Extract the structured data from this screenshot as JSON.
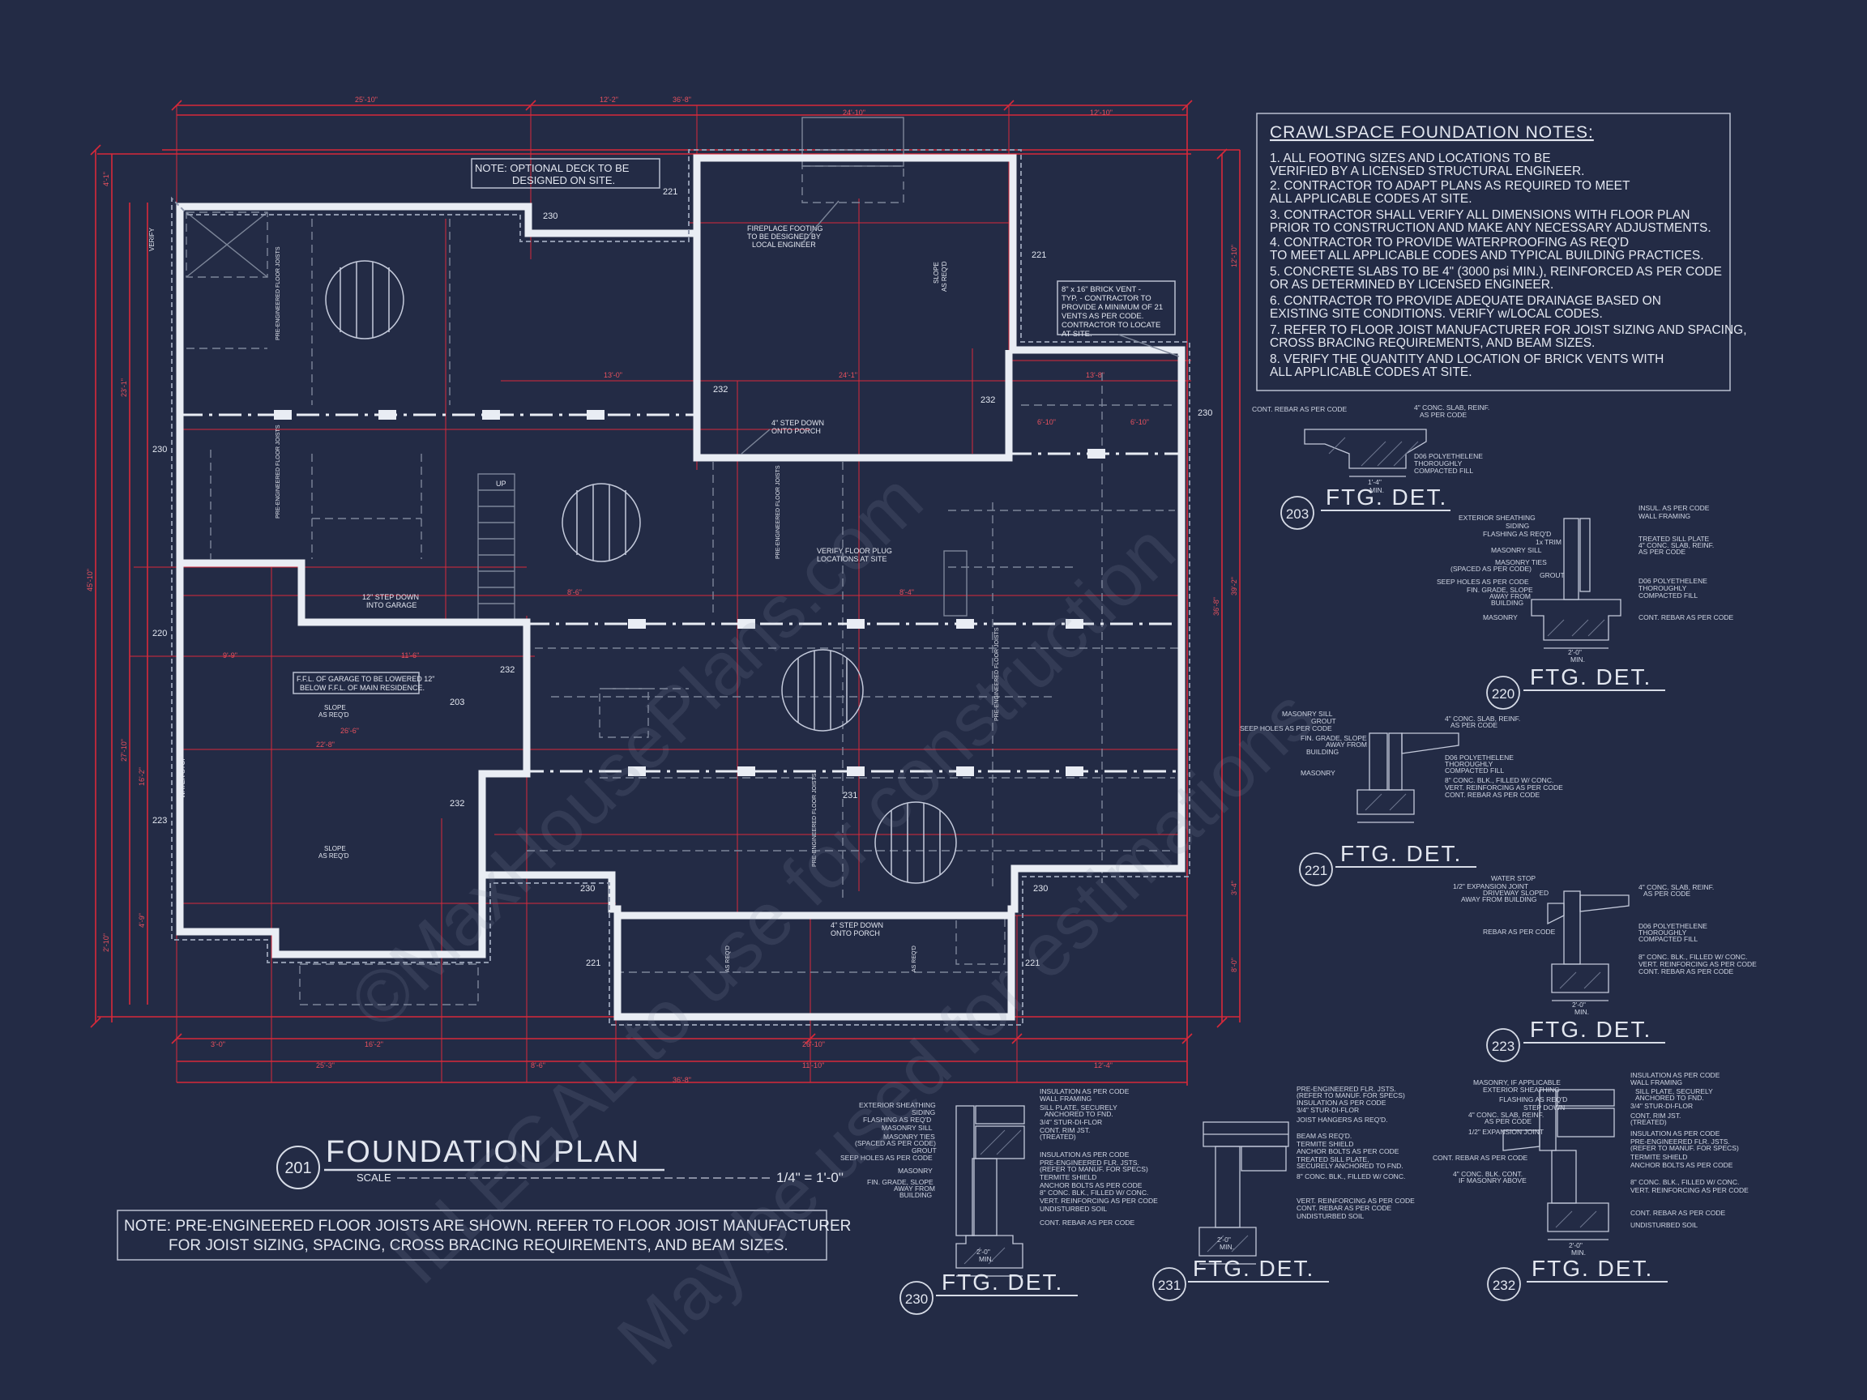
{
  "notes": {
    "title": "CRAWLSPACE FOUNDATION NOTES:",
    "lines": [
      "1.  ALL FOOTING SIZES AND LOCATIONS TO BE",
      "    VERIFIED BY A LICENSED STRUCTURAL ENGINEER.",
      "2.  CONTRACTOR TO ADAPT PLANS AS REQUIRED TO MEET",
      "    ALL APPLICABLE CODES AT SITE.",
      "3.  CONTRACTOR SHALL VERIFY ALL DIMENSIONS WITH FLOOR PLAN",
      "    PRIOR TO CONSTRUCTION AND MAKE ANY NECESSARY ADJUSTMENTS.",
      "4.  CONTRACTOR TO PROVIDE WATERPROOFING AS REQ'D",
      "    TO MEET ALL APPLICABLE CODES AND TYPICAL BUILDING PRACTICES.",
      "5.  CONCRETE SLABS TO BE 4\" (3000 psi MIN.), REINFORCED AS PER CODE",
      "    OR AS DETERMINED BY LICENSED ENGINEER.",
      "6.  CONTRACTOR TO PROVIDE ADEQUATE DRAINAGE BASED ON",
      "    EXISTING SITE CONDITIONS.  VERIFY w/LOCAL CODES.",
      "7.  REFER TO FLOOR JOIST MANUFACTURER FOR JOIST SIZING AND SPACING,",
      "    CROSS BRACING REQUIREMENTS, AND BEAM SIZES.",
      "8.  VERIFY THE QUANTITY AND LOCATION OF BRICK VENTS WITH",
      "    ALL APPLICABLE CODES AT SITE."
    ]
  },
  "plan": {
    "number": "201",
    "title": "FOUNDATION PLAN",
    "scale_label": "SCALE",
    "scale_value": "1/4\" = 1'-0\"",
    "bottom_note_1": "NOTE: PRE-ENGINEERED FLOOR JOISTS ARE SHOWN. REFER TO FLOOR JOIST MANUFACTURER",
    "bottom_note_2": "FOR JOIST SIZING, SPACING, CROSS BRACING REQUIREMENTS, AND BEAM SIZES.",
    "deck_note_1": "NOTE:  OPTIONAL DECK TO BE",
    "deck_note_2": "DESIGNED ON SITE.",
    "fireplace_1": "FIREPLACE FOOTING",
    "fireplace_2": "TO BE DESIGNED BY",
    "fireplace_3": "LOCAL ENGINEER",
    "vent_1": "8\" x 16\" BRICK VENT -",
    "vent_2": "TYP. - CONTRACTOR TO",
    "vent_3": "PROVIDE A MINIMUM OF 21",
    "vent_4": "VENTS AS PER CODE.",
    "vent_5": "CONTRACTOR TO LOCATE",
    "vent_6": "AT SITE.",
    "garage_1": "F.F.L. OF GARAGE TO BE LOWERED 12\"",
    "garage_2": "BELOW F.F.L. OF MAIN RESIDENCE.",
    "step_porch_top_1": "4\" STEP DOWN",
    "step_porch_top_2": "ONTO PORCH",
    "step_garage_1": "12\" STEP DOWN",
    "step_garage_2": "INTO GARAGE",
    "step_porch_bot_1": "4\" STEP DOWN",
    "step_porch_bot_2": "ONTO PORCH",
    "verify_plug_1": "VERIFY FLOOR PLUG",
    "verify_plug_2": "LOCATIONS AT SITE",
    "slope_1": "SLOPE",
    "slope_2": "AS REQ'D",
    "water_stop": "WATER STOP",
    "up": "UP",
    "verify": "VERIFY",
    "joist_label": "PRE-ENGINEERED FLOOR JOISTS",
    "dims_top": [
      "25'-10\"",
      "12'-2\"",
      "36'-8\"",
      "24'-10\"",
      "12'-10\""
    ],
    "dims_bottom": [
      "3'-0\"",
      "16'-2\"",
      "25'-3\"",
      "8'-6\"",
      "26'-10\"",
      "11'-10\"",
      "12'-4\"",
      "36'-8\""
    ],
    "dims_left": [
      "4'-1\"",
      "23'-1\"",
      "45'-10\"",
      "16'-2\"",
      "27'-10\"",
      "2'-10\"",
      "4'-9\""
    ],
    "dims_right": [
      "12'-10\"",
      "39'-2\"",
      "36'-8\"",
      "3'-4\"",
      "8'-0\""
    ],
    "dims_inside": [
      "13'-0\"",
      "24'-1\"",
      "13'-8\"",
      "6'-10\"",
      "6'-10\"",
      "8'-6\"",
      "8'-4\"",
      "9'-9\"",
      "11'-6\"",
      "26'-6\"",
      "22'-8\""
    ],
    "tags": [
      "230",
      "221",
      "232",
      "231",
      "220",
      "223",
      "203"
    ]
  },
  "details": [
    {
      "id": "203",
      "title": "FTG. DET.",
      "labels": [
        "CONT. REBAR AS PER CODE",
        "4\" CONC. SLAB, REINF.",
        "AS PER CODE",
        "D06 POLYETHELENE",
        "THOROUGHLY",
        "COMPACTED FILL",
        "MIN.",
        "1'-4\""
      ]
    },
    {
      "id": "220",
      "title": "FTG. DET.",
      "labels": [
        "EXTERIOR SHEATHING",
        "SIDING",
        "FLASHING AS REQ'D",
        "1x TRIM",
        "MASONRY SILL",
        "MASONRY TIES",
        "(SPACED AS PER CODE)",
        "GROUT",
        "SEEP HOLES AS PER CODE",
        "FIN. GRADE, SLOPE",
        "AWAY FROM",
        "BUILDING",
        "MASONRY",
        "INSUL. AS PER CODE",
        "WALL FRAMING",
        "TREATED SILL PLATE",
        "4\" CONC. SLAB, REINF.",
        "AS PER CODE",
        "D06 POLYETHELENE",
        "THOROUGHLY",
        "COMPACTED FILL",
        "CONT. REBAR AS PER CODE",
        "2'-0\"",
        "MIN."
      ]
    },
    {
      "id": "221",
      "title": "FTG. DET.",
      "labels": [
        "MASONRY SILL",
        "GROUT",
        "SEEP HOLES AS PER CODE",
        "FIN. GRADE, SLOPE",
        "AWAY FROM",
        "BUILDING",
        "MASONRY",
        "4\" CONC. SLAB, REINF.",
        "AS PER CODE",
        "D06 POLYETHELENE",
        "THOROUGHLY",
        "COMPACTED FILL",
        "8\" CONC. BLK., FILLED W/ CONC.",
        "VERT. REINFORCING AS PER CODE",
        "CONT. REBAR AS PER CODE"
      ]
    },
    {
      "id": "223",
      "title": "FTG. DET.",
      "labels": [
        "WATER STOP",
        "1/2\" EXPANSION JOINT",
        "DRIVEWAY SLOPED",
        "AWAY FROM BUILDING",
        "REBAR AS PER CODE",
        "4\" CONC. SLAB, REINF.",
        "AS PER CODE",
        "D06 POLYETHELENE",
        "THOROUGHLY",
        "COMPACTED FILL",
        "8\" CONC. BLK., FILLED W/ CONC.",
        "VERT. REINFORCING AS PER CODE",
        "CONT. REBAR AS PER CODE",
        "2'-0\"",
        "MIN."
      ]
    },
    {
      "id": "230",
      "title": "FTG. DET.",
      "labels": [
        "EXTERIOR SHEATHING",
        "SIDING",
        "FLASHING AS REQ'D",
        "MASONRY SILL",
        "MASONRY TIES",
        "(SPACED AS PER CODE)",
        "GROUT",
        "SEEP HOLES AS PER CODE",
        "MASONRY",
        "FIN. GRADE, SLOPE",
        "AWAY FROM",
        "BUILDING",
        "INSULATION AS PER CODE",
        "WALL FRAMING",
        "SILL PLATE, SECURELY",
        "ANCHORED TO FND.",
        "3/4\" STUR-DI-FLOR",
        "CONT. RIM JST.",
        "(TREATED)",
        "INSULATION AS PER CODE",
        "PRE-ENGINEERED FLR. JSTS.",
        "(REFER TO MANUF. FOR SPECS)",
        "TERMITE SHIELD",
        "ANCHOR BOLTS AS PER CODE",
        "8\" CONC. BLK., FILLED W/ CONC.",
        "VERT. REINFORCING AS PER CODE",
        "UNDISTURBED SOIL",
        "CONT. REBAR AS PER CODE",
        "2'-0\"",
        "MIN."
      ]
    },
    {
      "id": "231",
      "title": "FTG. DET.",
      "labels": [
        "PRE-ENGINEERED FLR. JSTS.",
        "(REFER TO MANUF. FOR SPECS)",
        "INSULATION AS PER CODE",
        "3/4\" STUR-DI-FLOR",
        "JOIST HANGERS AS REQ'D.",
        "BEAM AS REQ'D.",
        "TERMITE SHIELD",
        "ANCHOR BOLTS AS PER CODE",
        "TREATED SILL PLATE,",
        "SECURELY ANCHORED TO FND.",
        "8\" CONC. BLK., FILLED W/ CONC.",
        "VERT. REINFORCING AS PER CODE",
        "CONT. REBAR AS PER CODE",
        "UNDISTURBED SOIL",
        "2'-0\"",
        "MIN."
      ]
    },
    {
      "id": "232",
      "title": "FTG. DET.",
      "labels": [
        "MASONRY, IF APPLICABLE",
        "EXTERIOR SHEATHING",
        "FLASHING AS REQ'D",
        "STEP DOWN",
        "4\" CONC. SLAB, REINF.",
        "AS PER CODE",
        "1/2\" EXPANSION JOINT",
        "CONT. REBAR AS PER CODE",
        "4\" CONC. BLK. CONT.",
        "IF MASONRY ABOVE",
        "INSULATION AS PER CODE",
        "WALL FRAMING",
        "SILL PLATE, SECURELY",
        "ANCHORED TO FND.",
        "3/4\" STUR-DI-FLOR",
        "CONT. RIM JST.",
        "(TREATED)",
        "INSULATION AS PER CODE",
        "PRE-ENGINEERED FLR. JSTS.",
        "(REFER TO MANUF. FOR SPECS)",
        "TERMITE SHIELD",
        "ANCHOR BOLTS AS PER CODE",
        "8\" CONC. BLK., FILLED W/ CONC.",
        "VERT. REINFORCING AS PER CODE",
        "CONT. REBAR AS PER CODE",
        "UNDISTURBED SOIL",
        "2'-0\"",
        "MIN."
      ]
    }
  ],
  "watermark": {
    "line1": "©MaxHousePlans.com",
    "line2": "ILLEGAL to use for construction",
    "line3": "May be used for estimations"
  },
  "colors": {
    "background": "#232b45",
    "dimension_red": "#d8293a",
    "wall_white": "#e9edf4",
    "linework_grey": "#7d8699"
  }
}
